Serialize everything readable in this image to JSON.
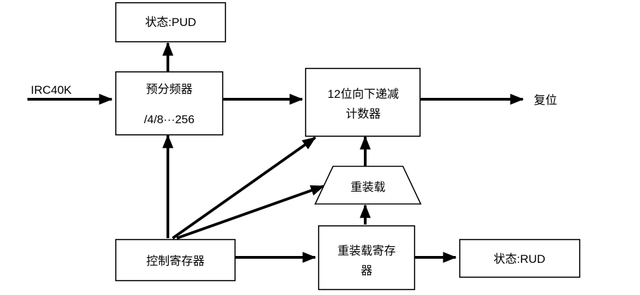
{
  "diagram": {
    "nodes": {
      "pud_status": {
        "label": "状态:PUD"
      },
      "prescaler": {
        "line1": "预分频器",
        "line2": "/4/8···256"
      },
      "counter": {
        "line1": "12位向下递减",
        "line2": "计数器"
      },
      "reload": {
        "label": "重装载"
      },
      "control_register": {
        "label": "控制寄存器"
      },
      "reload_register": {
        "line1": "重装载寄存",
        "line2": "器"
      },
      "rud_status": {
        "label": "状态:RUD"
      }
    },
    "external": {
      "clock_input": "IRC40K",
      "reset_output": "复位"
    }
  }
}
